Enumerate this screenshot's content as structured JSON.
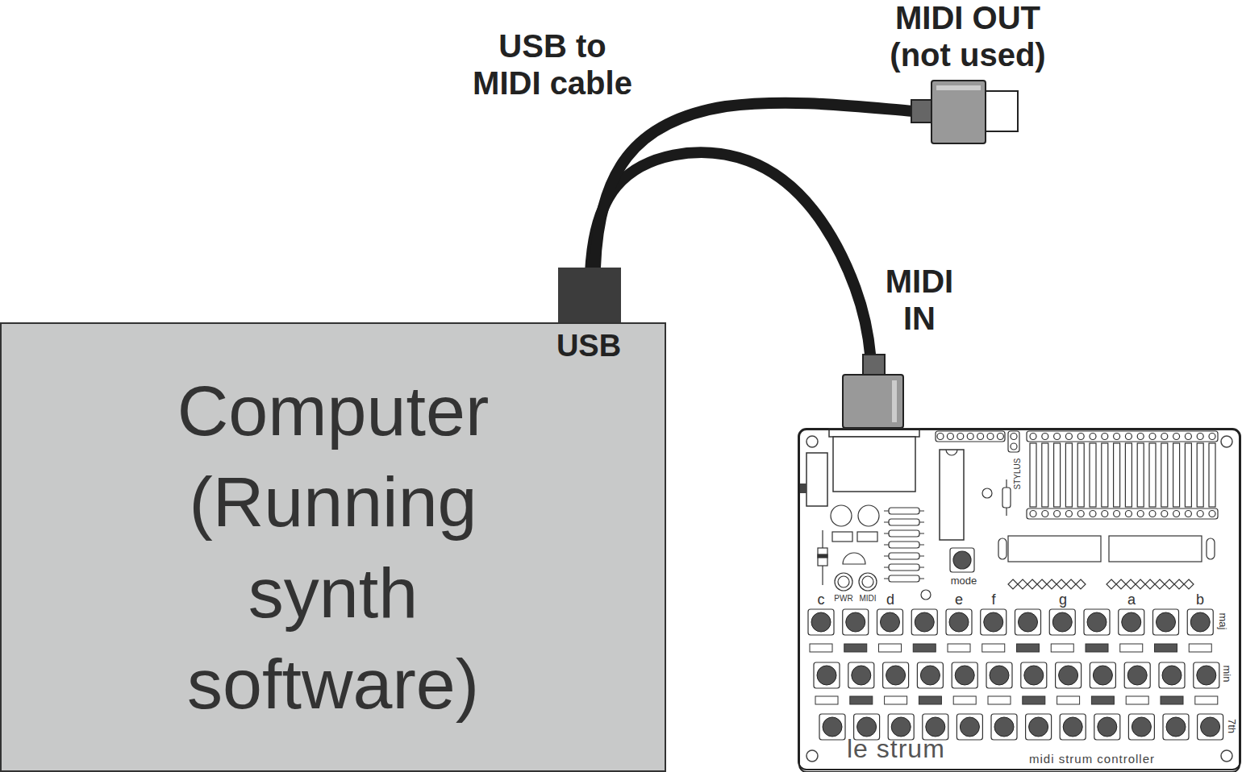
{
  "diagram": {
    "nodes": [
      {
        "text": [
          "Computer (Running synth software)"
        ]
      },
      {
        "text": [
          "le strum",
          "midi strum controller"
        ]
      }
    ],
    "edges": [
      {
        "from": 0,
        "to": 1,
        "arrow": "none",
        "label": "USB to MIDI cable"
      }
    ],
    "labels": [
      "MIDI OUT (not used)",
      "MIDI IN",
      "USB",
      "STYLUS",
      "PWR",
      "MIDI",
      "mode",
      "c",
      "d",
      "e",
      "f",
      "g",
      "a",
      "b",
      "maj",
      "min",
      "7th"
    ]
  }
}
